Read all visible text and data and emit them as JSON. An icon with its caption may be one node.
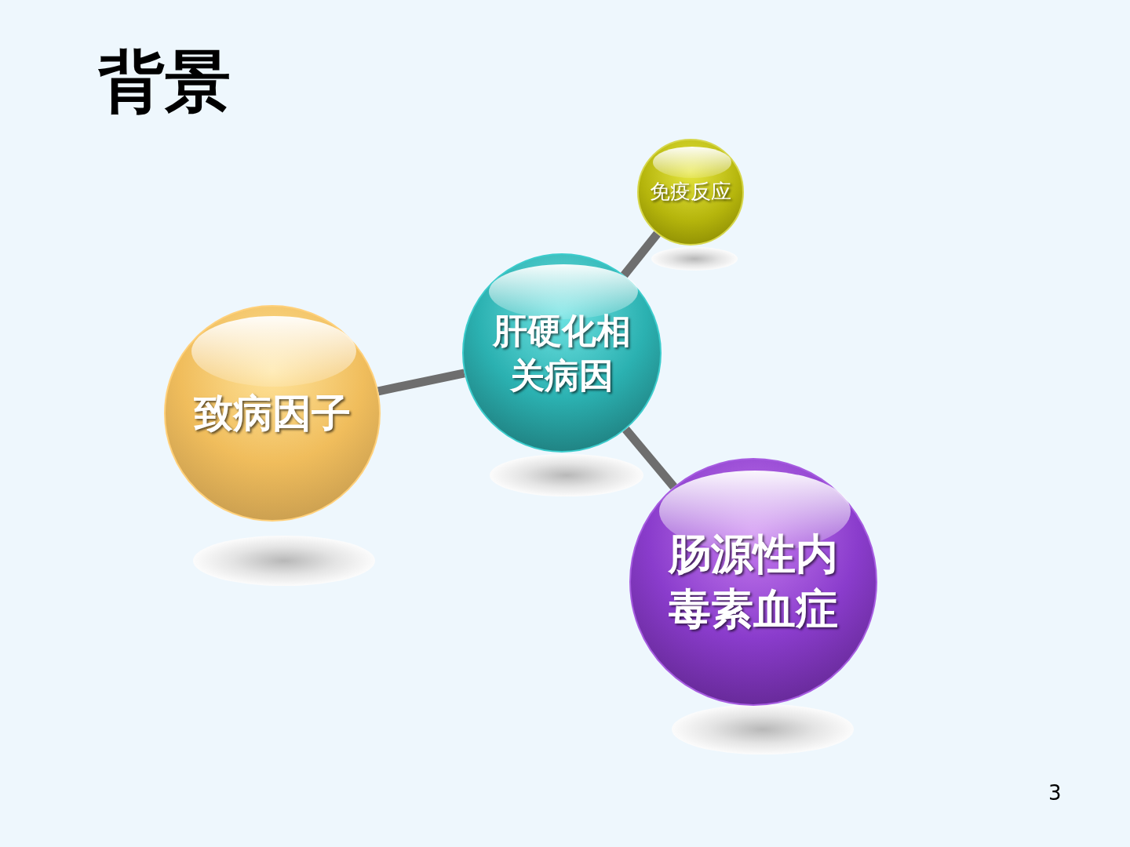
{
  "diagram": {
    "title": "背景",
    "nodes": [
      {
        "text": [
          "免疫反应"
        ]
      },
      {
        "text": [
          "肝硬化相关病因"
        ]
      },
      {
        "text": [
          "致病因子"
        ]
      },
      {
        "text": [
          "肠源性内毒素血症"
        ]
      }
    ],
    "edges": [
      {
        "from": 1,
        "to": 0,
        "arrow": "none"
      },
      {
        "from": 1,
        "to": 2,
        "arrow": "none"
      },
      {
        "from": 1,
        "to": 3,
        "arrow": "none"
      }
    ],
    "labels": [
      "3"
    ]
  }
}
